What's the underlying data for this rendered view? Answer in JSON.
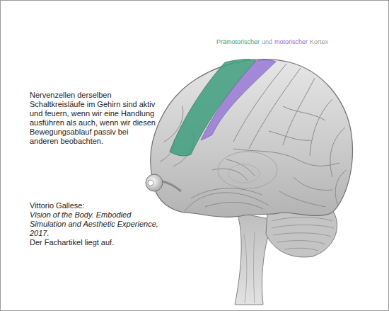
{
  "diagram": {
    "labels": [
      "Prämotorischer",
      "und",
      "motorischer",
      "Kortex",
      "Nervenzellen derselben Schaltkreisläufe im Gehirn sind aktiv und feuern, wenn wir eine Handlung ausführen als auch, wenn wir diesen Bewegungsablauf passiv bei anderen beobachten.",
      "Vittorio Gallese:",
      "Vision of the Body. Embodied Simulation and Aesthetic Experience, 2017.",
      "Der Fachartikel liegt auf."
    ]
  }
}
